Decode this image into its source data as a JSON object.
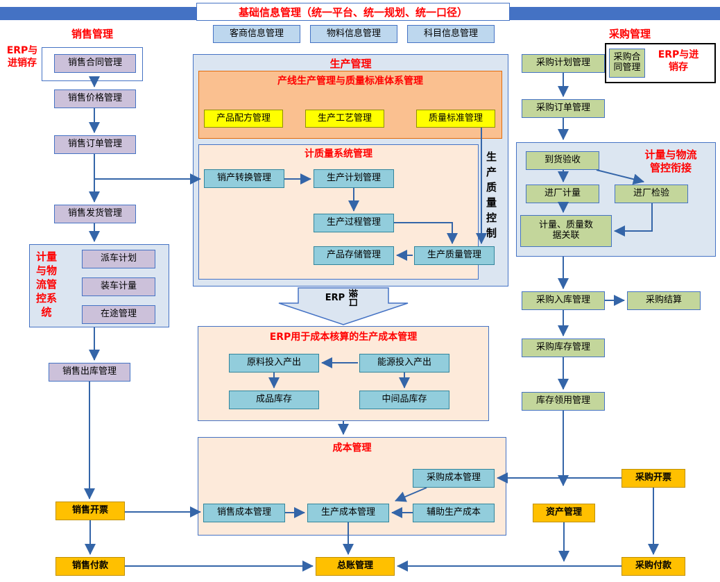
{
  "header": {
    "title": "基础信息管理（统一平台、统一规划、统一口径）",
    "info_boxes": [
      "客商信息管理",
      "物料信息管理",
      "科目信息管理"
    ]
  },
  "sales": {
    "title": "销售管理",
    "erp_label": "ERP与进销存",
    "contract": "销售合同管理",
    "price": "销售价格管理",
    "order": "销售订单管理",
    "delivery": "销售发货管理",
    "logistics": {
      "title": "计量与物流管控系统",
      "items": [
        "派车计划",
        "装车计量",
        "在途管理"
      ]
    },
    "outbound": "销售出库管理",
    "invoice": "销售开票",
    "payment": "销售付款"
  },
  "production": {
    "title": "生产管理",
    "line_quality": {
      "title": "产线生产管理与质量标准体系管理",
      "items": [
        "产品配方管理",
        "生产工艺管理",
        "质量标准管理"
      ]
    },
    "metering": {
      "title": "计质量系统管理",
      "convert": "销产转换管理",
      "plan": "生产计划管理",
      "process": "生产过程管理",
      "storage": "产品存储管理",
      "quality": "生产质量管理"
    },
    "quality_control": "生产质量控制"
  },
  "erp_interface": {
    "en": "ERP",
    "cn": "接口"
  },
  "cost_accounting": {
    "title": "ERP用于成本核算的生产成本管理",
    "material_io": "原料投入产出",
    "energy_io": "能源投入产出",
    "finished": "成品库存",
    "intermediate": "中间品库存"
  },
  "cost": {
    "title": "成本管理",
    "purchase": "采购成本管理",
    "sales": "销售成本管理",
    "production": "生产成本管理",
    "auxiliary": "辅助生产成本"
  },
  "ledger": "总账管理",
  "assets": "资产管理",
  "procurement": {
    "title": "采购管理",
    "erp_label": "ERP与进销存",
    "plan": "采购计划管理",
    "contract": "采购合同管理",
    "order": "采购订单管理",
    "linkage": {
      "title": "计量与物流管控衔接",
      "arrival": "到货验收",
      "weigh": "进厂计量",
      "inspect": "进厂检验",
      "link": "计量、质量数据关联"
    },
    "inbound": "采购入库管理",
    "settle": "采购结算",
    "inventory": "采购库存管理",
    "requisition": "库存领用管理",
    "invoice": "采购开票",
    "payment": "采购付款"
  }
}
